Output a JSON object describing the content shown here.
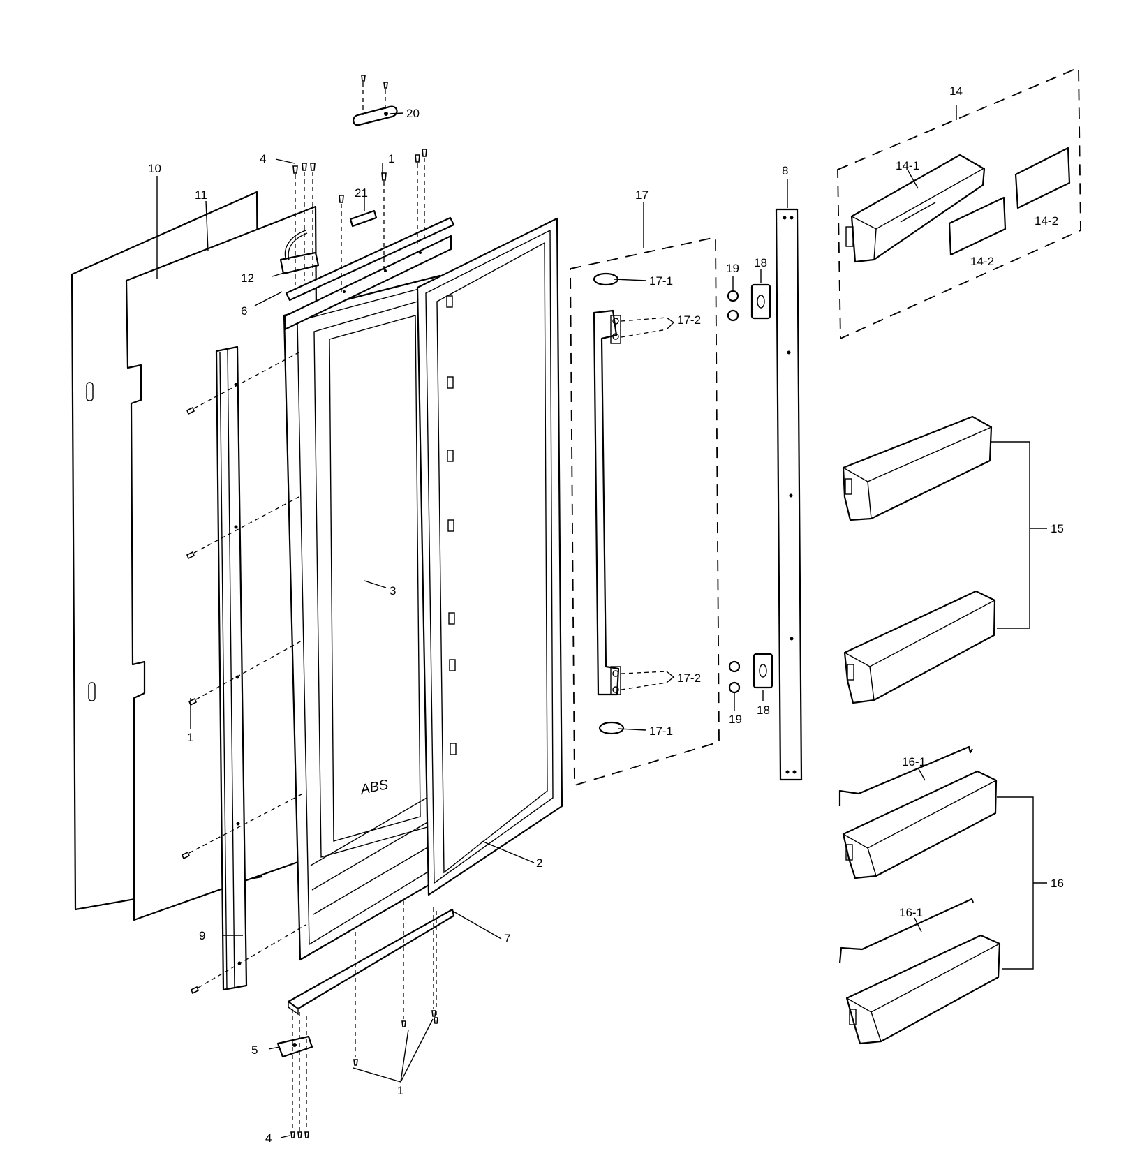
{
  "callouts": {
    "c1_top": "1",
    "c1_left": "1",
    "c1_bottom": "1",
    "c2": "2",
    "c3": "3",
    "c4_top": "4",
    "c4_bottom": "4",
    "c5": "5",
    "c6": "6",
    "c7": "7",
    "c8": "8",
    "c9": "9",
    "c10": "10",
    "c11": "11",
    "c12": "12",
    "c14": "14",
    "c14_1": "14-1",
    "c14_2a": "14-2",
    "c14_2b": "14-2",
    "c15": "15",
    "c16": "16",
    "c16_1a": "16-1",
    "c16_1b": "16-1",
    "c17": "17",
    "c17_1a": "17-1",
    "c17_1b": "17-1",
    "c17_2a": "17-2",
    "c17_2b": "17-2",
    "c18a": "18",
    "c18b": "18",
    "c19a": "19",
    "c19b": "19",
    "c20": "20",
    "c21": "21"
  },
  "liner_stamp": "ABS"
}
